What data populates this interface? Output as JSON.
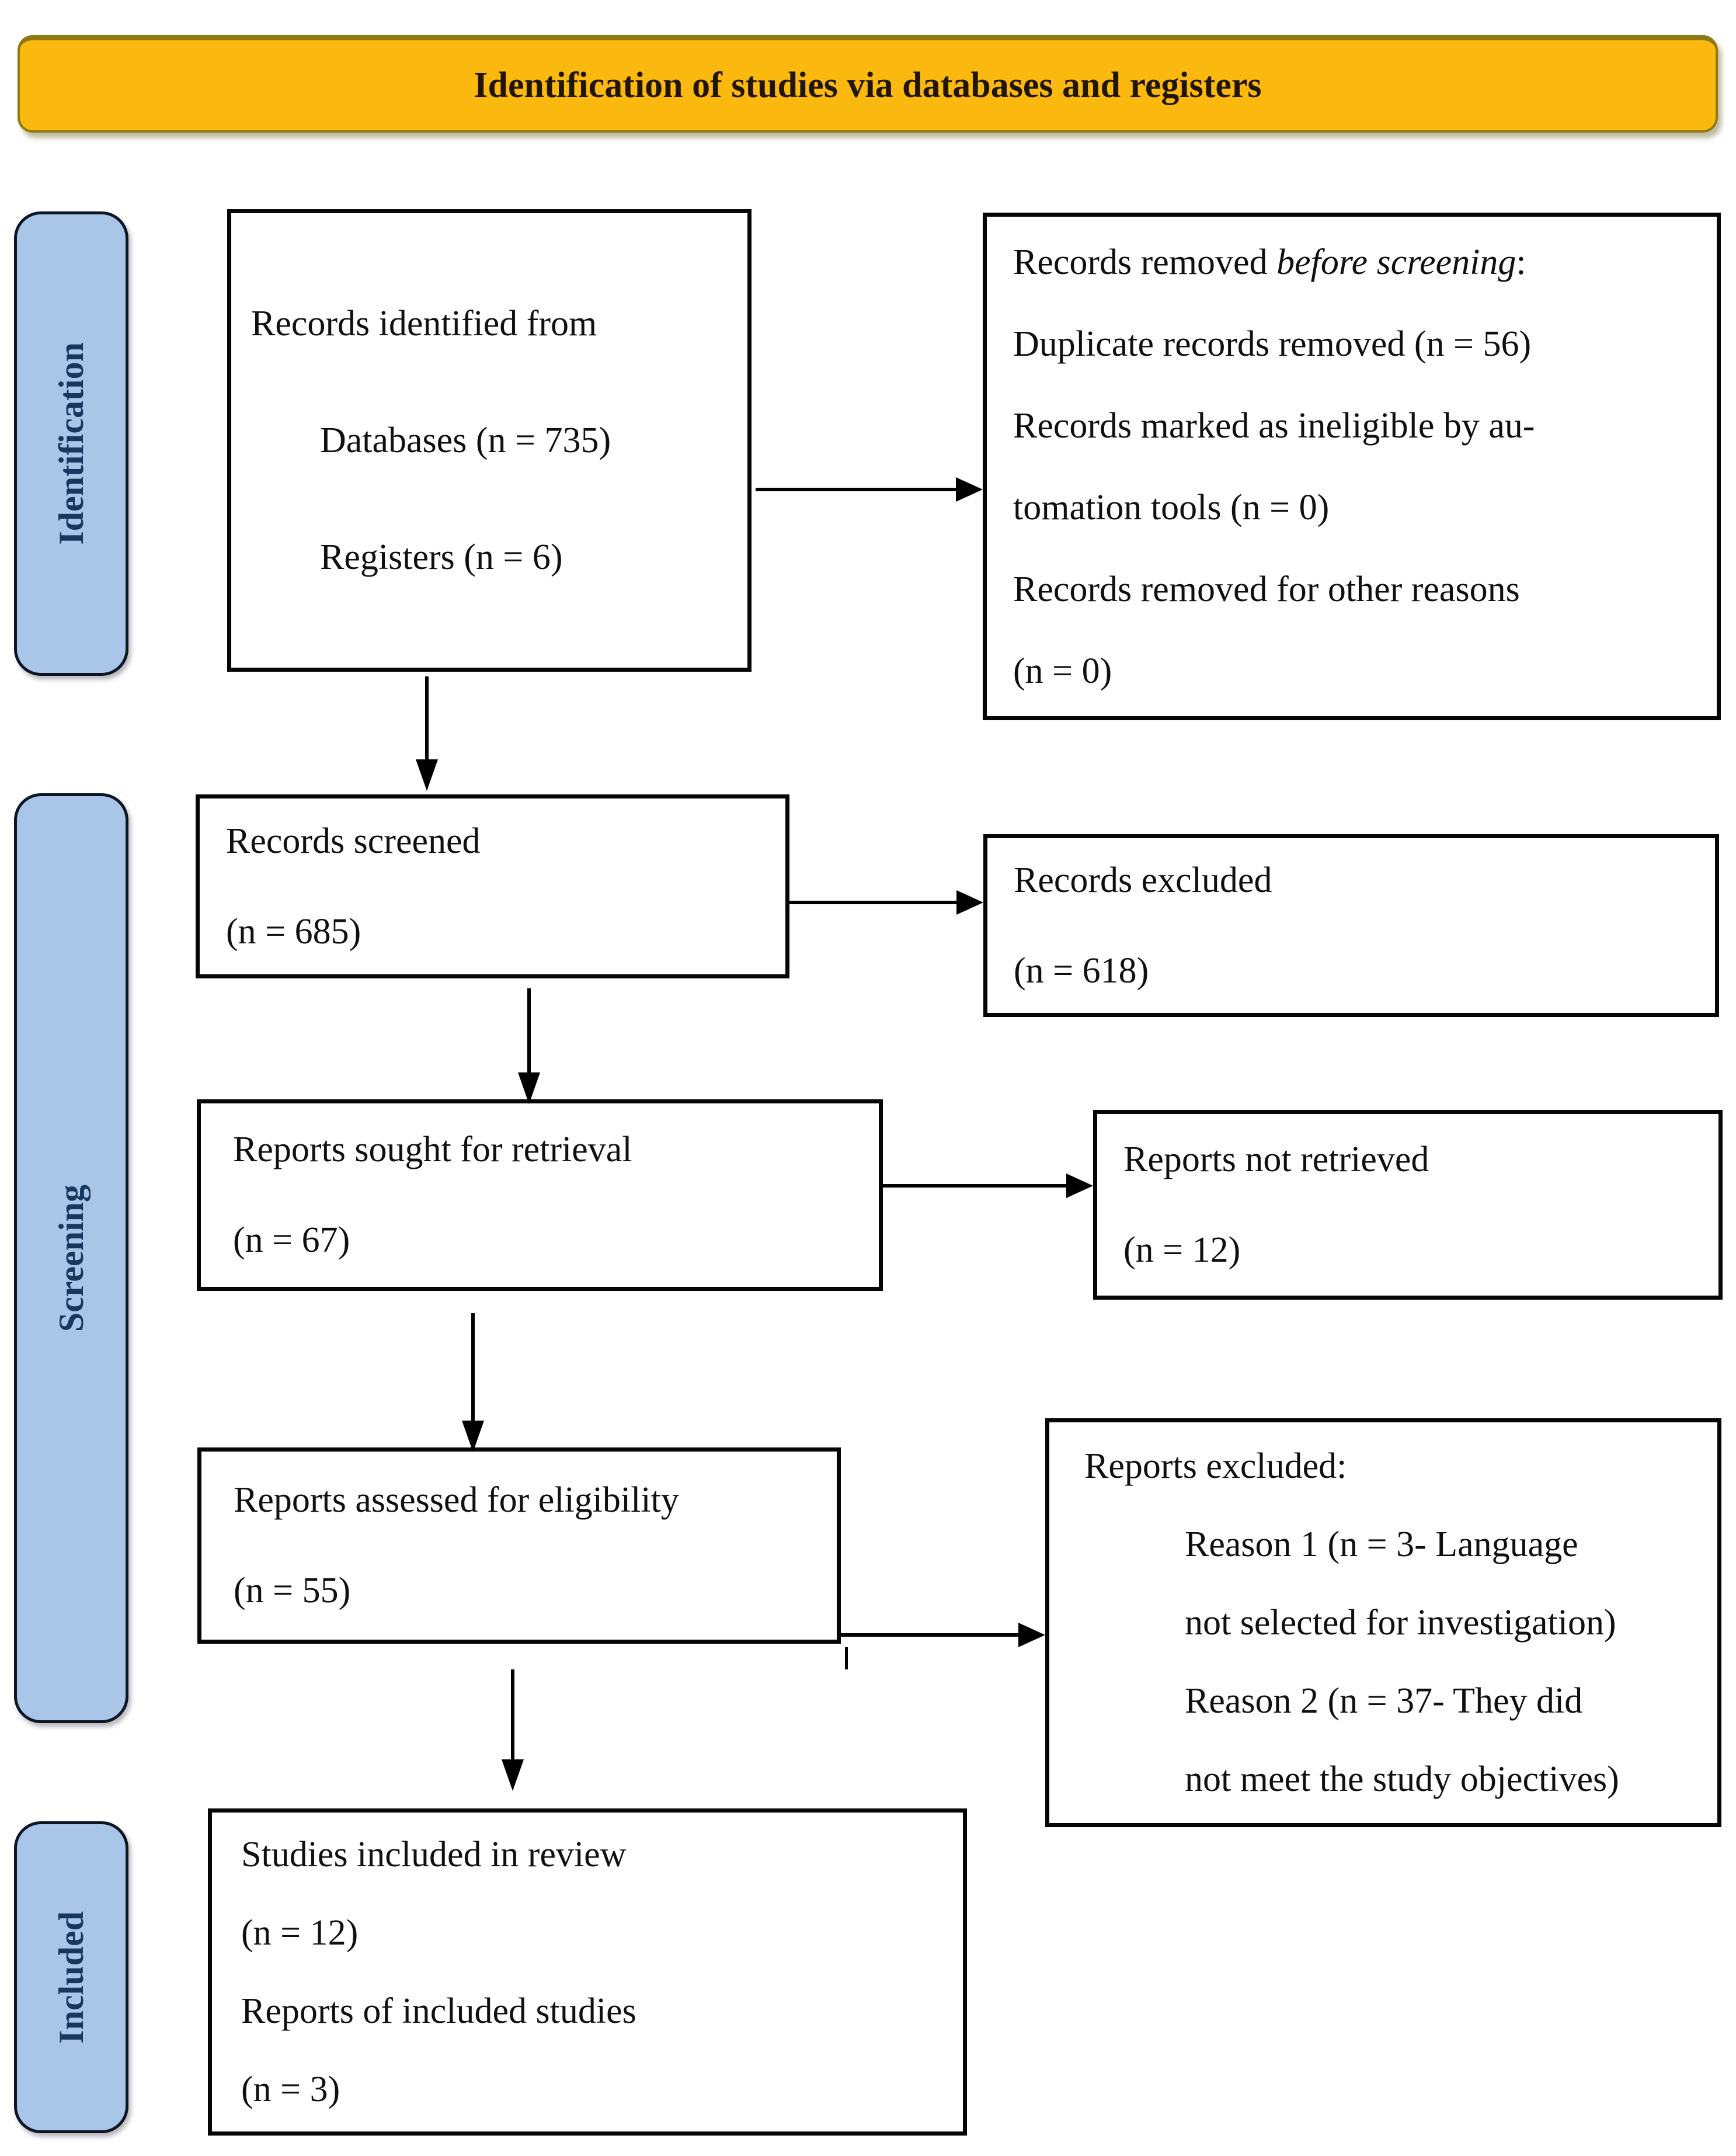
{
  "colors": {
    "page_bg": "#FFFFFF",
    "banner_bg": "#FBB90F",
    "banner_border": "#8F7A12",
    "banner_text": "#211604",
    "sidebar_bg": "#A9C6E8",
    "sidebar_border": "#0D1524",
    "sidebar_text": "#17375E",
    "box_border": "#060606",
    "box_text": "#101010",
    "arrow": "#000000"
  },
  "banner": {
    "title": "Identification of studies via databases and registers"
  },
  "sidebar": {
    "identification": "Identification",
    "screening": "Screening",
    "included": "Included"
  },
  "boxes": {
    "identified": {
      "lines": [
        "Records identified from",
        "Databases (n = 735)",
        "Registers (n = 6)"
      ]
    },
    "removed": {
      "line1_prefix": "Records removed ",
      "line1_italic": "before screening",
      "line1_suffix": ":",
      "lines": [
        "Duplicate records removed (n = 56)",
        "Records marked as ineligible by au-",
        "tomation tools (n = 0)",
        "Records removed for other reasons",
        "(n = 0)"
      ]
    },
    "screened": {
      "lines": [
        "Records screened",
        "(n = 685)"
      ]
    },
    "excluded": {
      "lines": [
        "Records excluded",
        "(n = 618)"
      ]
    },
    "sought": {
      "lines": [
        "Reports sought for retrieval",
        "(n = 67)"
      ]
    },
    "not_retrieved": {
      "lines": [
        "Reports not retrieved",
        "(n = 12)"
      ]
    },
    "assessed": {
      "lines": [
        "Reports assessed for eligibility",
        "(n = 55)"
      ]
    },
    "reports_excluded": {
      "header": "Reports excluded:",
      "lines": [
        "Reason 1 (n = 3- Language",
        "not selected for investigation)",
        "Reason 2 (n = 37- They did",
        "not meet the study objectives)"
      ]
    },
    "included_in_review": {
      "lines": [
        "Studies included in review",
        "(n = 12)",
        "Reports of included studies",
        "(n = 3)"
      ]
    }
  }
}
